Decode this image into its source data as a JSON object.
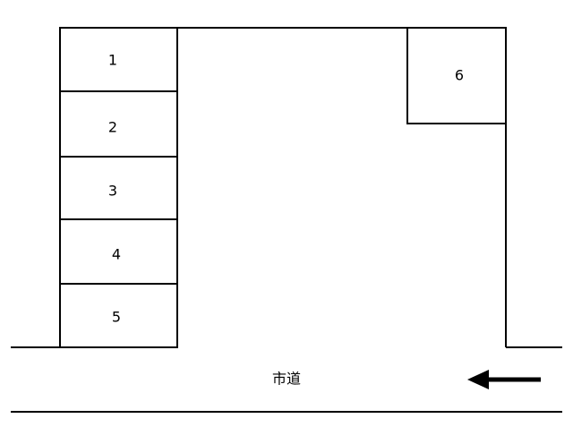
{
  "parking_spaces": [
    {
      "label": "1"
    },
    {
      "label": "2"
    },
    {
      "label": "3"
    },
    {
      "label": "4"
    },
    {
      "label": "5"
    },
    {
      "label": "6"
    }
  ],
  "road": {
    "label": "市道",
    "direction_icon": "arrow-left-icon"
  }
}
